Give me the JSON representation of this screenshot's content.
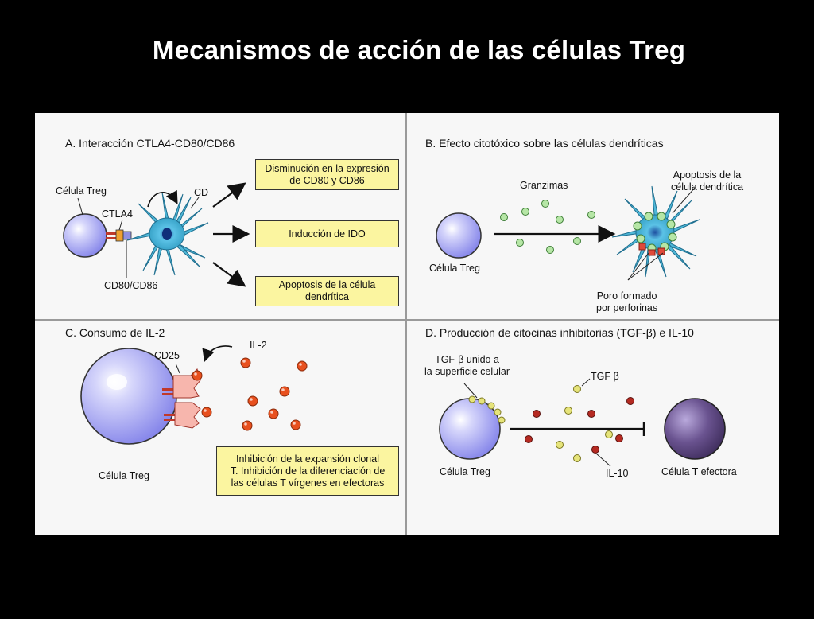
{
  "title": "Mecanismos de acción de las células Treg",
  "colors": {
    "background": "#000000",
    "panel": "#f7f7f7",
    "box": "#fbf5a0",
    "treg": "#9f9ff0",
    "dendritic": "#4fb8d8",
    "il2": "#e8501e",
    "effector": "#4a3a6a",
    "granzyme": "#9fd890"
  },
  "panelA": {
    "header": "A. Interacción CTLA4-CD80/CD86",
    "treg_label": "Célula Treg",
    "ctla4": "CTLA4",
    "cd": "CD",
    "cd80": "CD80/CD86",
    "box1": [
      "Disminución en la expresión",
      "de CD80  y CD86"
    ],
    "box2": "Inducción de IDO",
    "box3": [
      "Apoptosis de la célula",
      "dendrítica"
    ]
  },
  "panelB": {
    "header": "B. Efecto citotóxico sobre las células dendríticas",
    "granzimas": "Granzimas",
    "apoptosis": [
      "Apoptosis de la",
      "célula dendrítica"
    ],
    "treg_label": "Célula Treg",
    "poro": [
      "Poro formado",
      "por perforinas"
    ]
  },
  "panelC": {
    "header": "C. Consumo de IL-2",
    "cd25": "CD25",
    "il2": "IL-2",
    "treg_label": "Célula Treg",
    "box": [
      "Inhibición de la expansión clonal",
      "T. Inhibición de la diferenciación de",
      "las células T vírgenes en efectoras"
    ]
  },
  "panelD": {
    "header": "D. Producción de citocinas inhibitorias (TGF-β) e IL-10",
    "tgf_bound": [
      "TGF-β unido a",
      "la superficie celular"
    ],
    "tgf": "TGF β",
    "treg_label": "Célula Treg",
    "il10": "IL-10",
    "effector_label": "Célula T efectora"
  }
}
